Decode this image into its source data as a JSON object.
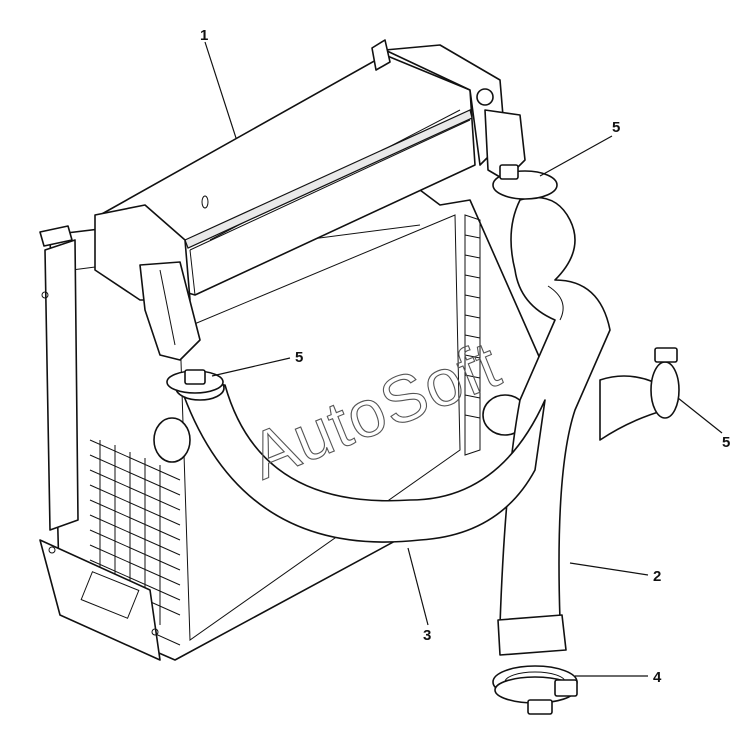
{
  "watermark": "AutoSoft",
  "callouts": [
    {
      "id": "1",
      "label": "1"
    },
    {
      "id": "2",
      "label": "2"
    },
    {
      "id": "3",
      "label": "3"
    },
    {
      "id": "4",
      "label": "4"
    },
    {
      "id": "5a",
      "label": "5"
    },
    {
      "id": "5b",
      "label": "5"
    },
    {
      "id": "5c",
      "label": "5"
    }
  ]
}
